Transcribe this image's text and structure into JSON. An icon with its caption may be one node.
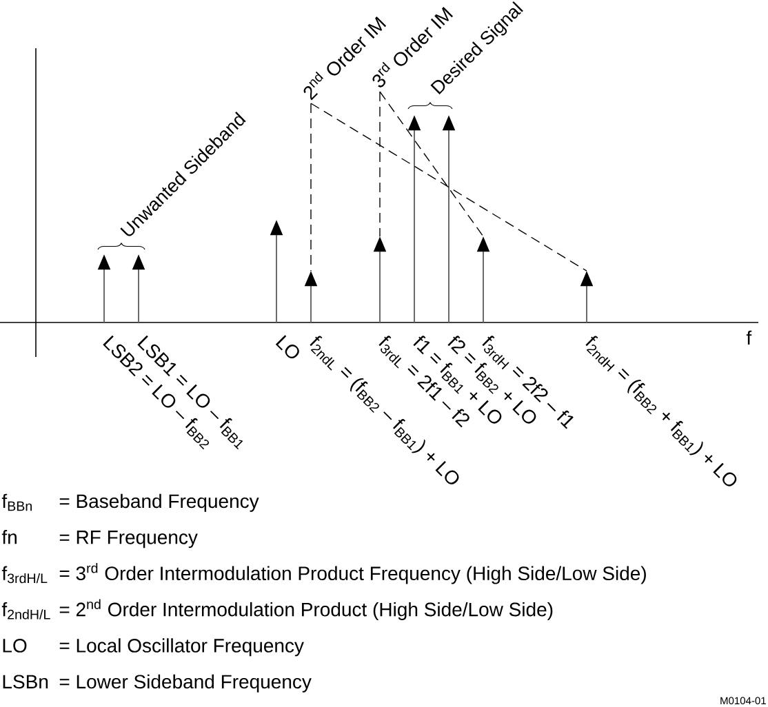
{
  "diagram": {
    "nodes": [
      {
        "text": [
          "2$^{nd}$ Order IM"
        ]
      },
      {
        "text": [
          "3$^{rd}$ Order IM"
        ]
      },
      {
        "text": [],
        "shape": "arrow",
        "beside": [
          "LSB2 = LO – f$_{BB2}$"
        ]
      },
      {
        "text": [],
        "shape": "arrow",
        "beside": [
          "LSB1 = LO – f$_{BB1}$"
        ]
      },
      {
        "text": [],
        "shape": "arrow",
        "beside": [
          "LO"
        ]
      },
      {
        "text": [],
        "shape": "arrow",
        "beside": [
          "f$_{2ndL}$ = (f$_{BB2}$ – f$_{BB1}$) + LO"
        ]
      },
      {
        "text": [],
        "shape": "arrow",
        "beside": [
          "f$_{3rdL}$ = 2f1 – f2"
        ]
      },
      {
        "text": [],
        "shape": "arrow",
        "beside": [
          "f1 = f$_{BB1}$ + LO"
        ]
      },
      {
        "text": [],
        "shape": "arrow",
        "beside": [
          "f2 = f$_{BB2}$ + LO"
        ]
      },
      {
        "text": [],
        "shape": "arrow",
        "beside": [
          "f$_{3rdH}$ = 2f2 – f1"
        ]
      },
      {
        "text": [],
        "shape": "arrow",
        "beside": [
          "f$_{2ndH}$ = (f$_{BB2}$ + f$_{BB1}$) + LO"
        ]
      }
    ],
    "edges": [
      {
        "from": 0,
        "to": 5,
        "arrow": "none",
        "style": "dashed"
      },
      {
        "from": 0,
        "to": 10,
        "arrow": "none",
        "style": "dashed"
      },
      {
        "from": 1,
        "to": 6,
        "arrow": "none",
        "style": "dashed"
      },
      {
        "from": 1,
        "to": 9,
        "arrow": "none",
        "style": "dashed"
      }
    ],
    "labels": [
      "Desired Signal",
      "Unwanted Sideband",
      "f",
      "f$_{BBn}$",
      "= Baseband Frequency",
      "fn",
      "= RF Frequency",
      "f$_{3rdH/L}$",
      "= 3$^{rd}$ Order Intermodulation Product Frequency (High Side/Low Side)",
      "f$_{2ndH/L}$",
      "= 2$^{nd}$ Order Intermodulation Product (High Side/Low Side)",
      "LO",
      "= Local Oscillator Frequency",
      "LSBn",
      "= Lower Sideband Frequency",
      "M0104-01"
    ]
  }
}
